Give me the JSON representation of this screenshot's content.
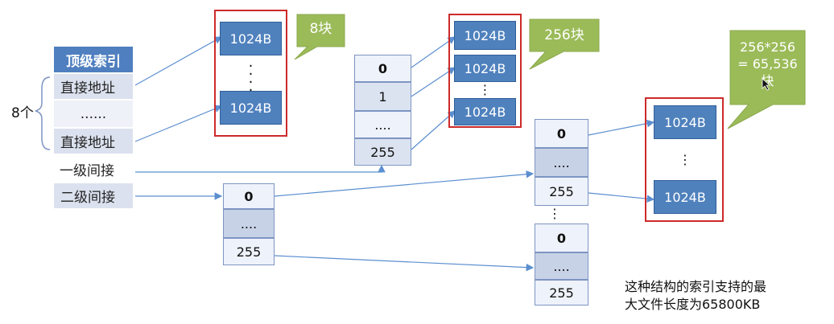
{
  "top_index": {
    "header": "顶级索引",
    "rows": [
      "直接地址",
      "......",
      "直接地址",
      "一级间接",
      "二级间接"
    ],
    "brace_label": "8个"
  },
  "direct_blocks": {
    "top": "1024B",
    "dots": "⋮",
    "bottom": "1024B",
    "callout": "8块"
  },
  "level1_index": {
    "rows": [
      "0",
      "1",
      "....",
      "255"
    ]
  },
  "level1_blocks": {
    "items": [
      "1024B",
      "1024B",
      "1024B"
    ],
    "dots": "⋮",
    "callout": "256块"
  },
  "level2_top_index": {
    "rows": [
      "0",
      "....",
      "255"
    ]
  },
  "level2_sub_index_a": {
    "rows": [
      "0",
      "....",
      "255"
    ]
  },
  "level2_sub_dots": "⋮",
  "level2_sub_index_b": {
    "rows": [
      "0",
      "....",
      "255"
    ]
  },
  "level2_blocks": {
    "top": "1024B",
    "dots": "⋮",
    "bottom": "1024B",
    "callout_line1": "256*256",
    "callout_line2": "= 65,536",
    "callout_line3": "块"
  },
  "summary": {
    "line1": "这种结构的索引支持的最",
    "line2": "大文件长度为65800KB"
  },
  "colors": {
    "block_blue": "#4f81bd",
    "header_blue": "#4f7fbf",
    "red_frame": "#cc2a2a",
    "callout_green": "#9bbb59",
    "arrow_blue": "#5b8fd0"
  }
}
